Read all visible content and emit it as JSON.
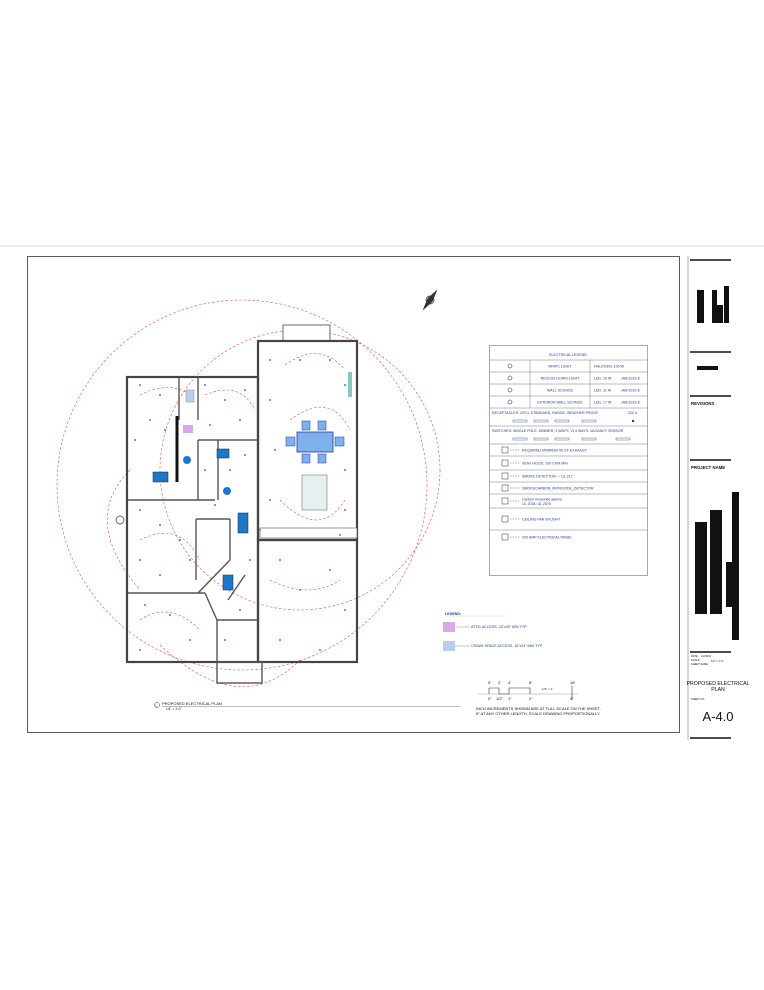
{
  "sheet": {
    "plan_title": "PROPOSED ELECTRICAL PLAN",
    "plan_scale": "1/4\" = 1'-0\"",
    "plan_number": "1"
  },
  "electrical_legend": {
    "title": "ELECTRICAL LEGEND",
    "fixtures": [
      {
        "icon": "mr-pc-light-icon",
        "name": "MR/PC LIGHT",
        "spec": "HALOGEN, 100 W",
        "code": ""
      },
      {
        "icon": "recess-down-light-icon",
        "name": "RECESS DOWN LIGHT",
        "spec": "LED, 10 W",
        "code": "JA8-2019-E"
      },
      {
        "icon": "wall-sconce-icon",
        "name": "WALL SCONCE",
        "spec": "LED, 11 W",
        "code": "JA8-2019-E"
      },
      {
        "icon": "exterior-wall-sconce-icon",
        "name": "EXTERIOR WALL SCONCE",
        "spec": "LED, 17 W",
        "code": "JA8-2019-E"
      }
    ],
    "receptacles": "RECEPTACLES:   GFCI,      STANDARD,    RANGE,    WEATHER PROOF",
    "receptacles_220": "220 V",
    "switches": "SWITCHES:   SINGLE POLE,  DIMMER,     3 WAYS,   VI  4 WAYS,    VACANCY SENSOR",
    "items": [
      {
        "icon": "exhaust-fan-icon",
        "label": "REQUIRED MINIMUM 50 CF EXHAUST"
      },
      {
        "icon": "vent-hood-icon",
        "label": "VENT HOOD, 100 CFM MIN"
      },
      {
        "icon": "smoke-detector-icon",
        "label": "SMOKE DETECTOR --- UL 217"
      },
      {
        "icon": "smoke-co-detector-icon",
        "label": "SMOKECARBON_MONOXIDE_DETECTOR"
      },
      {
        "icon": "co-alarm-icon",
        "label": "Carbon monoxide alarms",
        "label2": "UL 2034, UL 2075"
      },
      {
        "icon": "ceiling-fan-icon",
        "label": "CEILING FAN W/LIGHT"
      },
      {
        "icon": "electrical-panel-icon",
        "label": "200 AMP ELECTRICAL PANEL"
      }
    ]
  },
  "area_legend": {
    "title": "LEGEND:",
    "items": [
      {
        "label": "ATTIC ACCESS, 22\"x30\" MIN TYP",
        "color": "#d9a8e8"
      },
      {
        "label": "CRAWL SPACE ACCESS, 18\"x24\" MIN TYP",
        "color": "#b9cfe8"
      }
    ]
  },
  "scale_bar": {
    "top_ticks": [
      "0'",
      "2'",
      "4'",
      "8'",
      "16'"
    ],
    "bottom_ticks": [
      "0\"",
      "1/2\"",
      "1\"",
      "2\"",
      "4\""
    ],
    "ratio": "1/4\" = 1'",
    "note_line1": "INCH INCREMENTS SHOWN ARE AT FULL SCALE ON THE SHEET.",
    "note_line2": "IF AT ANY OTHER LENGTH, SCALE DRAWING PROPORTIONALLY"
  },
  "title_block": {
    "revisions": "REVISIONS",
    "project_name": "PROJECT NAME",
    "date_label": "DATE:",
    "date_value": "1/2/2021",
    "scale_label": "SCALE:",
    "scale_value": "1/4\" = 1'-0\"",
    "sheet_name_label": "SHEET NAME:",
    "sheet_name_line1": "PROPOSED ELECTRICAL",
    "sheet_name_line2": "PLAN",
    "sheet_no_label": "SHEET NO:",
    "sheet_no": "A-4.0"
  },
  "colors": {
    "circuit": "#e05050",
    "device": "#6a6ae0",
    "furniture": "#5b9bd5",
    "text": "#1f3a93"
  }
}
